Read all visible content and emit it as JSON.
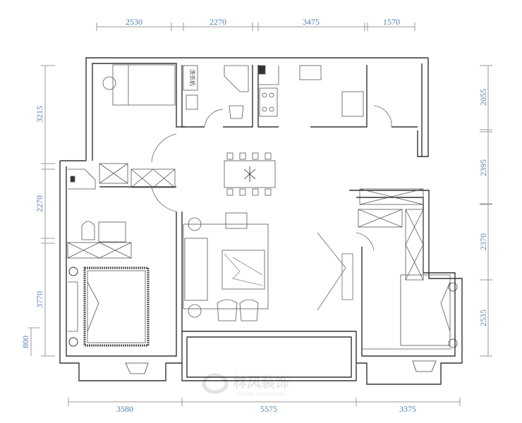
{
  "dimensions": {
    "top": [
      "2530",
      "2270",
      "3475",
      "1570"
    ],
    "bottom": [
      "3580",
      "5575",
      "3375"
    ],
    "left": [
      "3215",
      "2270",
      "3770",
      "800"
    ],
    "right": [
      "2055",
      "2395",
      "2370",
      "2535"
    ]
  },
  "labels": {
    "washing_machine": "洗衣机"
  },
  "watermark": {
    "brand": "林风装饰",
    "sub": "LINFENG DECORATION"
  },
  "colors": {
    "dimension_text": "#4f7fb3",
    "wall": "#333333"
  }
}
